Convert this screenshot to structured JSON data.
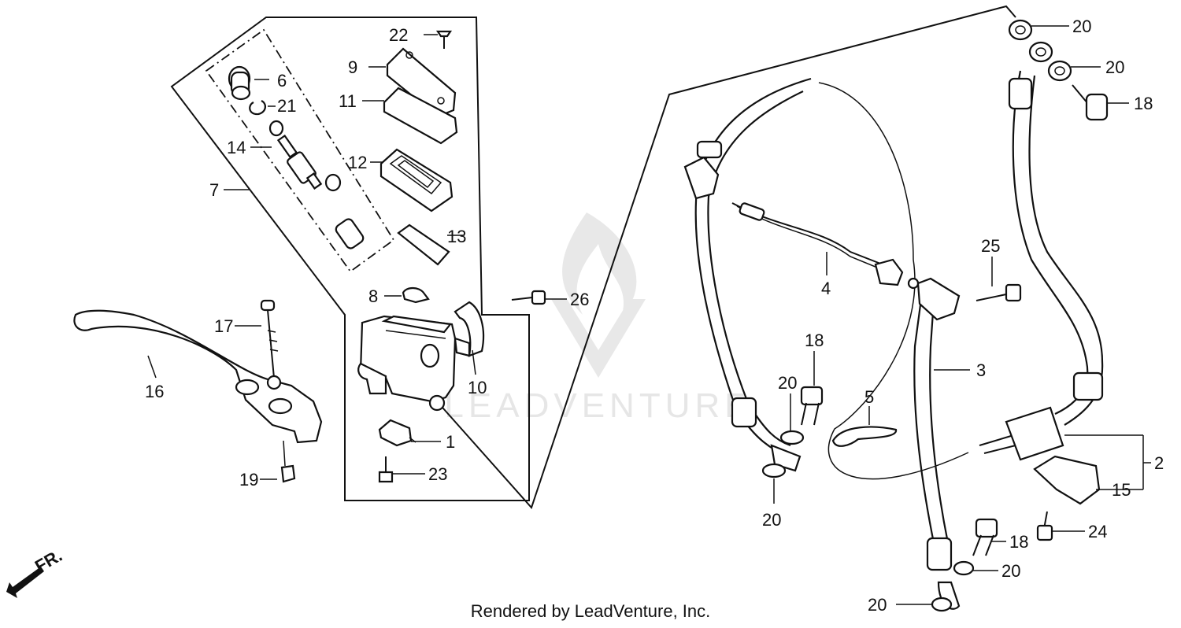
{
  "diagram": {
    "callouts": {
      "p1": "1",
      "p2": "2",
      "p3": "3",
      "p4": "4",
      "p5": "5",
      "p6": "6",
      "p7": "7",
      "p8": "8",
      "p9": "9",
      "p10": "10",
      "p11": "11",
      "p12": "12",
      "p13": "13",
      "p14": "14",
      "p15": "15",
      "p16": "16",
      "p17": "17",
      "p18a": "18",
      "p18b": "18",
      "p18c": "18",
      "p19": "19",
      "p20a": "20",
      "p20b": "20",
      "p20c": "20",
      "p20d": "20",
      "p20e": "20",
      "p20f": "20",
      "p21": "21",
      "p22": "22",
      "p23": "23",
      "p24": "24",
      "p25": "25",
      "p26": "26"
    },
    "direction_label": "FR.",
    "watermark_text": "LEADVENTURE",
    "credit": "Rendered by LeadVenture, Inc."
  }
}
